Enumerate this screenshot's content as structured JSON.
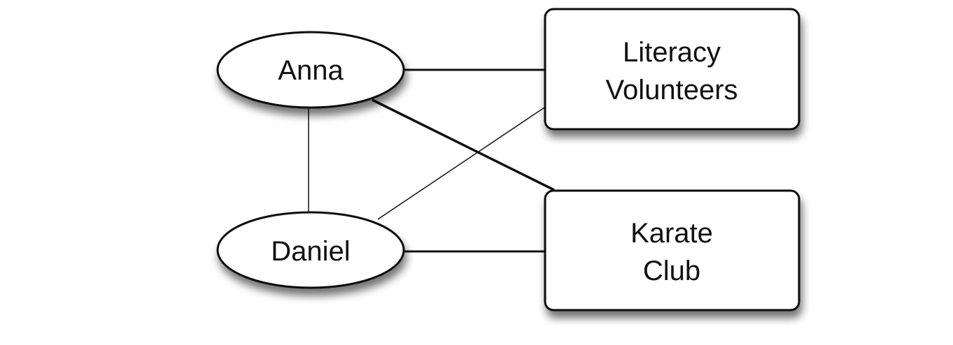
{
  "nodes": {
    "anna": {
      "label": "Anna",
      "kind": "person"
    },
    "daniel": {
      "label": "Daniel",
      "kind": "person"
    },
    "literacy": {
      "label_line1": "Literacy",
      "label_line2": "Volunteers",
      "kind": "group"
    },
    "karate": {
      "label_line1": "Karate",
      "label_line2": "Club",
      "kind": "group"
    }
  },
  "edges": [
    {
      "from": "anna",
      "to": "literacy"
    },
    {
      "from": "anna",
      "to": "karate"
    },
    {
      "from": "anna",
      "to": "daniel"
    },
    {
      "from": "daniel",
      "to": "literacy"
    },
    {
      "from": "daniel",
      "to": "karate"
    }
  ]
}
